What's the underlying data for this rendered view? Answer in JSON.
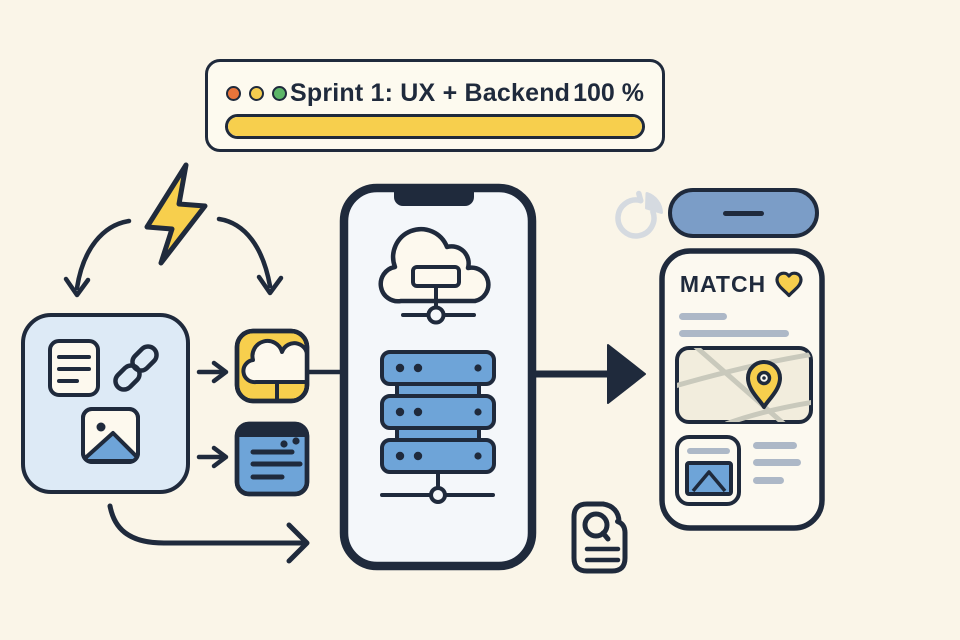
{
  "colors": {
    "background": "#faf5e8",
    "ink": "#1f2a3c",
    "accent_yellow": "#f7cf4d",
    "accent_blue": "#6ea4d8",
    "light_blue_card": "#ddeaf6",
    "cream_fill": "#fdf9ee",
    "pill_blue": "#7b9dc7",
    "skeleton_gray": "#adb8c7",
    "map_road_gray": "#c9c9bc",
    "refresh_gray": "#d5dae0",
    "traffic_dot_orange": "#e8743a",
    "traffic_dot_yellow": "#f5cd4f",
    "traffic_dot_green": "#5cb568"
  },
  "sprint_window": {
    "title": "Sprint 1: UX + Backend",
    "percent_label": "100 %",
    "progress_percent": 100,
    "traffic_dots": [
      "orange",
      "yellow",
      "green"
    ]
  },
  "match_screen": {
    "title": "MATCH",
    "heart_icon": "heart",
    "skeleton_lines": 2,
    "map_card": "map with location pin",
    "photo_card": "thumbnail card with image and text lines"
  },
  "icons": {
    "lightning-icon": "yellow lightning bolt",
    "curved-arrow-left-icon": "arc arrow pointing down to assets card",
    "curved-arrow-right-icon": "arc arrow pointing down to cloud tile",
    "doc-icon": "document with text lines",
    "link-icon": "chain link",
    "image-icon": "picture frame with mountain",
    "right-arrow-icon": "small right arrow",
    "cloud-app-icon": "cloud inside yellow rounded tile",
    "browser-icon": "blue browser window with text lines",
    "phone-icon": "smartphone frame with notch",
    "cloud-node-icon": "cloud with network node",
    "server-stack-icon": "three-tier server rack with network node",
    "flow-arrow-icon": "bold right arrow",
    "refresh-icon": "gray circular redo arrow",
    "pill-button-shape": "blue pill bar with dash",
    "map-pin-icon": "yellow location pin",
    "heart-icon": "yellow heart",
    "search-doc-icon": "outlined document with magnifier",
    "bottom-curve-arrow-icon": "curved arrow sweeping right"
  }
}
